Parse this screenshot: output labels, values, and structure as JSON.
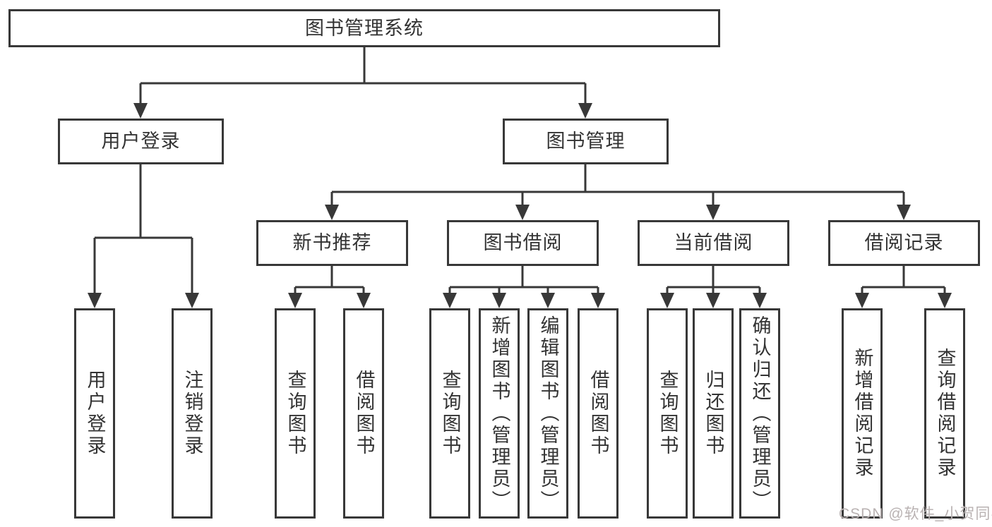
{
  "title": "图书管理系统",
  "tree": {
    "label": "图书管理系统",
    "children": [
      {
        "label": "用户登录",
        "children": [
          {
            "label": "用户登录"
          },
          {
            "label": "注销登录"
          }
        ]
      },
      {
        "label": "图书管理",
        "children": [
          {
            "label": "新书推荐",
            "children": [
              {
                "label": "查询图书"
              },
              {
                "label": "借阅图书"
              }
            ]
          },
          {
            "label": "图书借阅",
            "children": [
              {
                "label": "查询图书"
              },
              {
                "label": "新增图书（管理员）"
              },
              {
                "label": "编辑图书（管理员）"
              },
              {
                "label": "借阅图书"
              }
            ]
          },
          {
            "label": "当前借阅",
            "children": [
              {
                "label": "查询图书"
              },
              {
                "label": "归还图书"
              },
              {
                "label": "确认归还（管理员）"
              }
            ]
          },
          {
            "label": "借阅记录",
            "children": [
              {
                "label": "新增借阅记录"
              },
              {
                "label": "查询借阅记录"
              }
            ]
          }
        ]
      }
    ]
  },
  "watermark": "CSDN @软件_小贺同学",
  "colors": {
    "line": "#383838",
    "text": "#333333",
    "watermark": "#b9b2b2",
    "background": "#ffffff"
  }
}
